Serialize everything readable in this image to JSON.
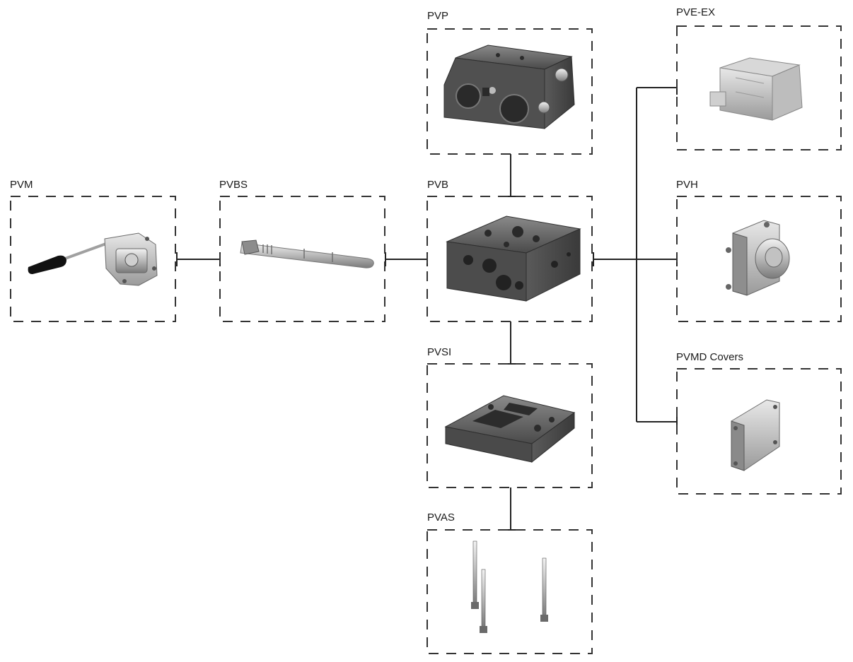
{
  "diagram": {
    "components": {
      "pvm": {
        "label": "PVM"
      },
      "pvbs": {
        "label": "PVBS"
      },
      "pvp": {
        "label": "PVP"
      },
      "pvb": {
        "label": "PVB"
      },
      "pvsi": {
        "label": "PVSI"
      },
      "pvas": {
        "label": "PVAS"
      },
      "pve_ex": {
        "label": "PVE-EX"
      },
      "pvh": {
        "label": "PVH"
      },
      "pvmd": {
        "label": "PVMD Covers"
      }
    },
    "connections": [
      [
        "pvm",
        "pvbs"
      ],
      [
        "pvbs",
        "pvb"
      ],
      [
        "pvp",
        "pvb"
      ],
      [
        "pvb",
        "pvsi"
      ],
      [
        "pvsi",
        "pvas"
      ],
      [
        "pvb",
        "pve_ex"
      ],
      [
        "pvb",
        "pvh"
      ],
      [
        "pvb",
        "pvmd"
      ]
    ]
  }
}
